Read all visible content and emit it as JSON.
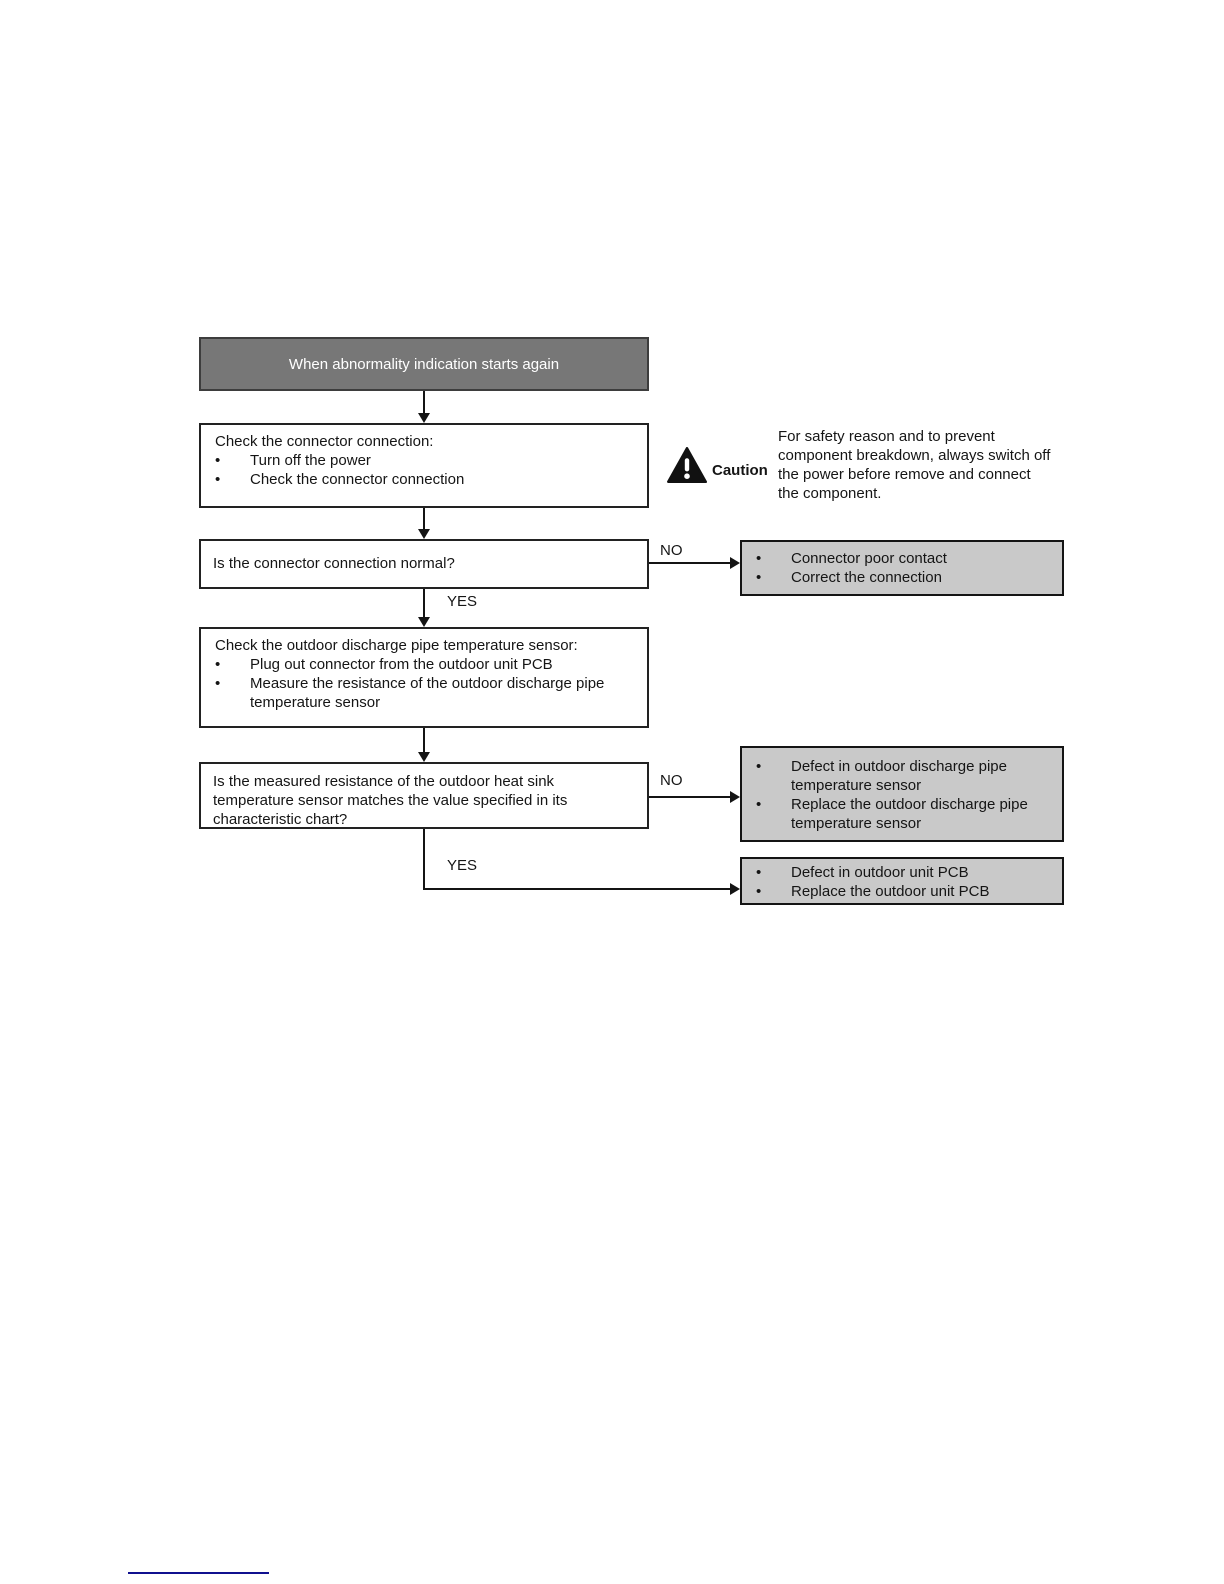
{
  "glyphs": {
    "bullet": "•"
  },
  "colors": {
    "page_bg": "#ffffff",
    "header_fill": "#777777",
    "result_fill": "#c9c9c9",
    "line": "#141414",
    "footer_link": "#10108f"
  },
  "flow": {
    "start": {
      "label": "When abnormality indication starts again"
    },
    "check_connector": {
      "title": "Check the connector connection:",
      "bullets": [
        "Turn off the power",
        "Check the connector connection"
      ]
    },
    "caution": {
      "label": "Caution",
      "text": "For safety reason and to prevent component breakdown, always switch off the power before remove and connect the component."
    },
    "q_connector": {
      "text": "Is the connector connection normal?",
      "no": "NO",
      "yes": "YES"
    },
    "result_connector": {
      "bullets": [
        "Connector poor contact",
        "Correct the connection"
      ]
    },
    "check_sensor": {
      "title": "Check the outdoor discharge pipe temperature sensor:",
      "bullets": [
        "Plug out connector from the outdoor unit PCB",
        "Measure the resistance of the outdoor discharge pipe temperature sensor"
      ]
    },
    "q_resistance": {
      "text": "Is the measured resistance of the outdoor heat sink temperature sensor matches the value specified in its characteristic chart?",
      "no": "NO",
      "yes": "YES"
    },
    "result_sensor": {
      "bullets": [
        "Defect in outdoor discharge pipe temperature sensor",
        "Replace the outdoor discharge pipe temperature sensor"
      ]
    },
    "result_pcb": {
      "bullets": [
        "Defect in outdoor unit PCB",
        "Replace the outdoor unit PCB"
      ]
    }
  }
}
